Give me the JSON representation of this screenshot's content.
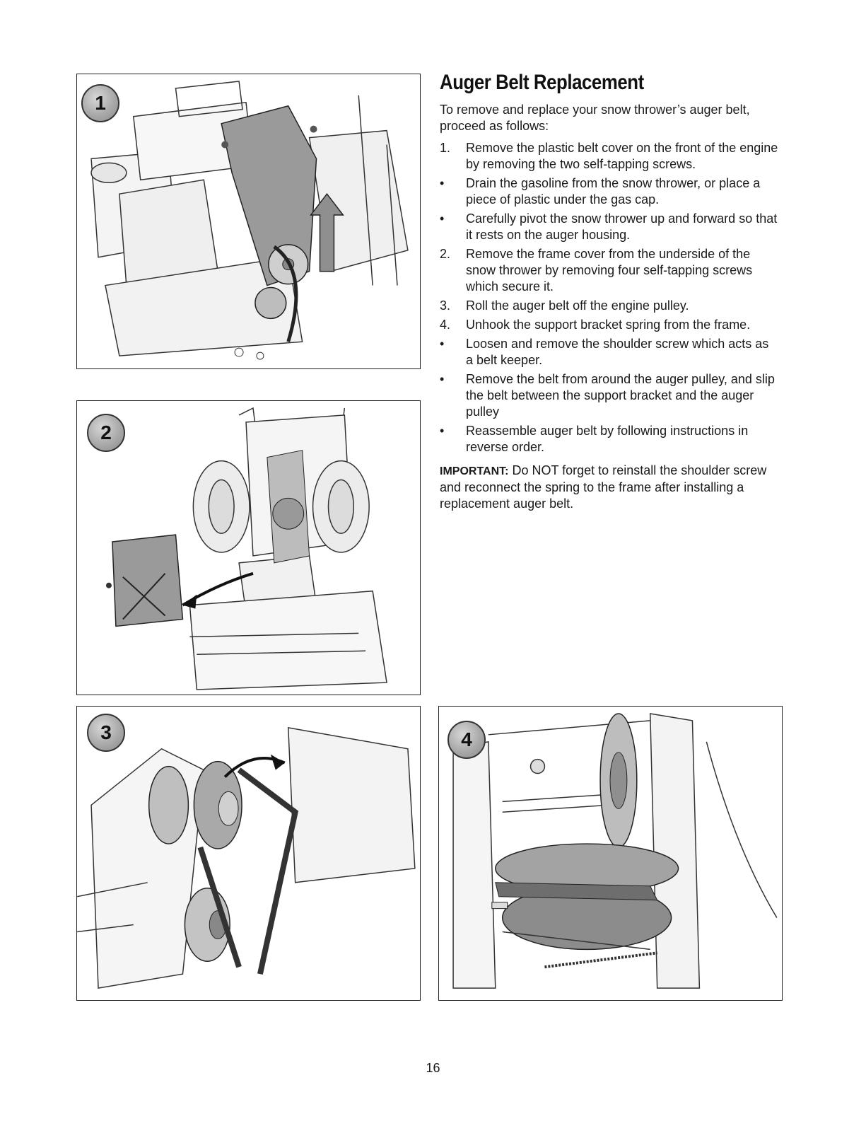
{
  "section": {
    "title": "Auger Belt Replacement",
    "intro": "To remove and replace your snow thrower’s auger belt, proceed as follows:"
  },
  "steps": [
    {
      "marker": "1.",
      "text": "Remove the plastic belt cover on the front of the engine by removing the two self-tapping screws."
    },
    {
      "marker": "•",
      "text": "Drain the gasoline from the snow thrower, or place a piece of plastic under the gas cap."
    },
    {
      "marker": "•",
      "text": "Carefully pivot the snow thrower up and forward so that it rests on the auger housing."
    },
    {
      "marker": "2.",
      "text": "Remove the frame cover from the underside of the snow thrower by removing four self-tapping screws which secure it."
    },
    {
      "marker": "3.",
      "text": "Roll the auger belt off the engine pulley."
    },
    {
      "marker": "4.",
      "text": "Unhook the support bracket spring from the frame."
    },
    {
      "marker": "•",
      "text": "Loosen and remove the shoulder screw which acts as a belt keeper."
    },
    {
      "marker": "•",
      "text": "Remove the belt from around the auger pulley, and slip the belt between the support bracket and the auger pulley"
    },
    {
      "marker": "•",
      "text": "Reassemble auger belt by following instructions in reverse order."
    }
  ],
  "important": {
    "label": "IMPORTANT:",
    "text": " Do NOT forget to reinstall the shoulder screw and reconnect the spring to the frame after installing a replacement auger belt."
  },
  "figures": [
    {
      "number": "1"
    },
    {
      "number": "2"
    },
    {
      "number": "3"
    },
    {
      "number": "4"
    }
  ],
  "page_number": "16"
}
